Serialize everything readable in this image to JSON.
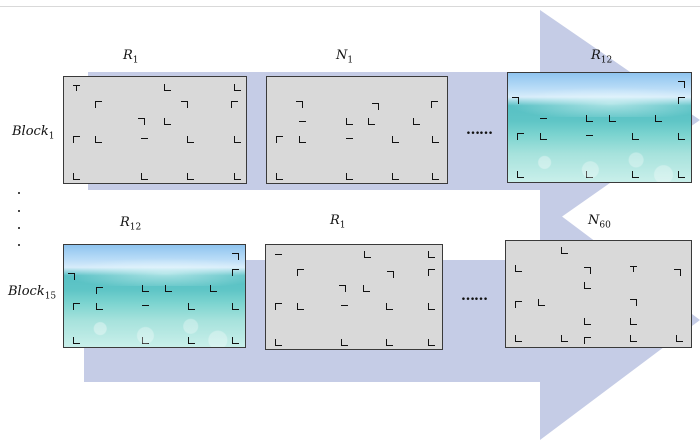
{
  "diagram": {
    "rows": [
      {
        "label_base": "Block",
        "label_sub": "1",
        "panels": [
          {
            "title_base": "R",
            "title_sub": "1",
            "style": "plain"
          },
          {
            "title_base": "N",
            "title_sub": "1",
            "style": "plain"
          },
          {
            "title_base": "R",
            "title_sub": "12",
            "style": "ocean"
          }
        ]
      },
      {
        "label_base": "Block",
        "label_sub": "15",
        "panels": [
          {
            "title_base": "R",
            "title_sub": "12",
            "style": "ocean"
          },
          {
            "title_base": "R",
            "title_sub": "1",
            "style": "plain"
          },
          {
            "title_base": "N",
            "title_sub": "60",
            "style": "plain"
          }
        ]
      }
    ],
    "ellipsis_horizontal": "……",
    "ellipsis_vertical": "⋮",
    "colors": {
      "arrow": "#c5cce6",
      "panel_fill": "#d9d9d9",
      "panel_border": "#3a3a3a"
    }
  }
}
